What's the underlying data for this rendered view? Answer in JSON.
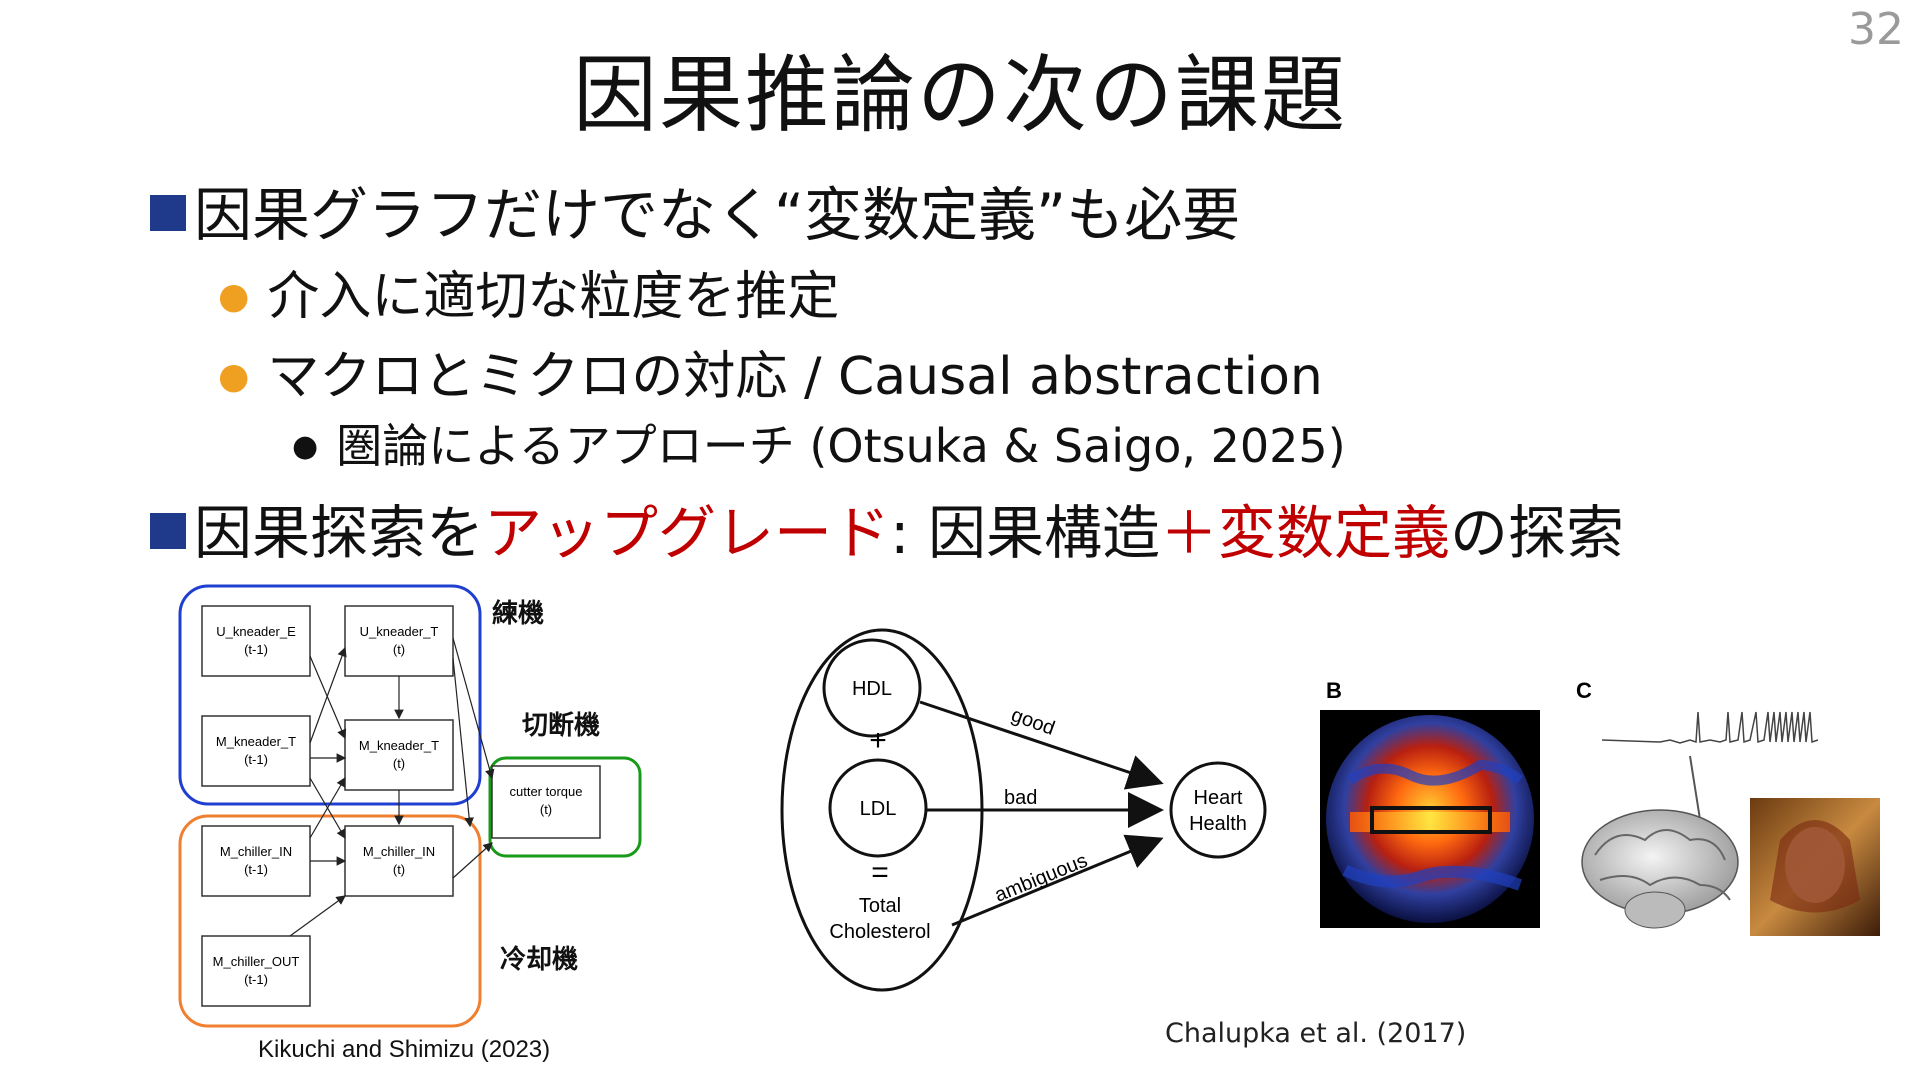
{
  "page_number": "32",
  "title": "因果推論の次の課題",
  "bullets": {
    "b1": {
      "text": "因果グラフだけでなく“変数定義”も必要"
    },
    "b1_sub1": "介入に適切な粒度を推定",
    "b1_sub2": "マクロとミクロの対応 / Causal abstraction",
    "b1_sub2_sub1": "圏論によるアプローチ (Otsuka & Saigo, 2025)",
    "b2": {
      "part1": "因果探索を",
      "part2_red": "アップグレード",
      "part3": ": 因果構造",
      "part4_red": "＋変数定義",
      "part5": "の探索"
    }
  },
  "fig_left": {
    "nodes": {
      "u_e": [
        "U_kneader_E",
        "(t-1)"
      ],
      "u_t": [
        "U_kneader_T",
        "(t)"
      ],
      "m_t_prev": [
        "M_kneader_T",
        "(t-1)"
      ],
      "m_t": [
        "M_kneader_T",
        "(t)"
      ],
      "cut": [
        "cutter torque",
        "(t)"
      ],
      "ch_in_prev": [
        "M_chiller_IN",
        "(t-1)"
      ],
      "ch_in": [
        "M_chiller_IN",
        "(t)"
      ],
      "ch_out": [
        "M_chiller_OUT",
        "(t-1)"
      ]
    },
    "group_labels": {
      "blue": "練機",
      "green": "切断機",
      "orange": "冷却機"
    },
    "group_colors": {
      "blue": "#1f3fd0",
      "green": "#1a9a1a",
      "orange": "#f08030"
    },
    "caption": "Kikuchi and Shimizu (2023)"
  },
  "fig_middle": {
    "hdl": "HDL",
    "plus": "+",
    "ldl": "LDL",
    "equals": "=",
    "total1": "Total",
    "total2": "Cholesterol",
    "edge_good": "good",
    "edge_bad": "bad",
    "edge_ambiguous": "ambiguous",
    "heart1": "Heart",
    "heart2": "Health"
  },
  "fig_right": {
    "label_b": "B",
    "label_c": "C",
    "caption": "Chalupka et al. (2017)"
  }
}
